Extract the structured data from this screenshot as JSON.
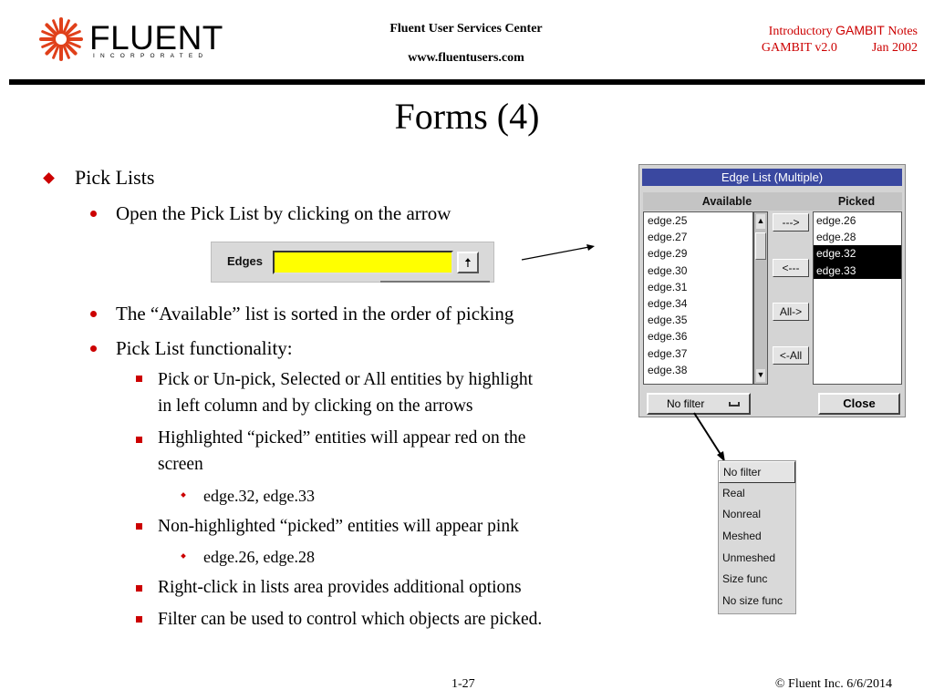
{
  "header": {
    "logo_text": "FLUENT",
    "logo_sub": "INCORPORATED",
    "center_line1": "Fluent User Services Center",
    "center_line2": "www.fluentusers.com",
    "right_intro": "Introductory",
    "right_gambit": "GAMBIT",
    "right_notes": "Notes",
    "right_version": "GAMBIT v2.0",
    "right_date": "Jan 2002"
  },
  "title": "Forms (4)",
  "bullets": {
    "l1": "Pick Lists",
    "l2a": "Open the Pick List by clicking on the arrow",
    "l2b": "The “Available” list is sorted in the order of picking",
    "l2c": "Pick List functionality:",
    "l3a_1": "Pick or Un-pick, Selected or All entities by highlight",
    "l3a_2": "in left column and by clicking on the arrows",
    "l3b_1": "Highlighted “picked” entities will appear red on the",
    "l3b_2": "screen",
    "l4a": "edge.32, edge.33",
    "l3c": "Non-highlighted “picked” entities will appear pink",
    "l4b": "edge.26, edge.28",
    "l3d": "Right-click in lists area provides additional options",
    "l3e": "Filter can be used to control which objects are picked."
  },
  "edges_widget": {
    "label": "Edges",
    "value": "",
    "arrow_glyph": "🠅"
  },
  "dialog": {
    "title": "Edge List (Multiple)",
    "available_header": "Available",
    "picked_header": "Picked",
    "available_items": [
      "edge.25",
      "edge.27",
      "edge.29",
      "edge.30",
      "edge.31",
      "edge.34",
      "edge.35",
      "edge.36",
      "edge.37",
      "edge.38"
    ],
    "picked_items": [
      "edge.26",
      "edge.28",
      "edge.32",
      "edge.33"
    ],
    "selected_picked": [
      "edge.32",
      "edge.33"
    ],
    "btn_add": "--->",
    "btn_remove": "<---",
    "btn_all_add": "All->",
    "btn_all_remove": "<-All",
    "filter_label": "No filter",
    "close_label": "Close"
  },
  "filter_menu": {
    "options": [
      "No filter",
      "Real",
      "Nonreal",
      "Meshed",
      "Unmeshed",
      "Size func",
      "No size func"
    ]
  },
  "footer": {
    "page": "1-27",
    "copyright": "© Fluent Inc. 6/6/2014"
  },
  "colors": {
    "accent": "#cc0000",
    "dialog_title_bg": "#3a48a0",
    "edges_field_bg": "#ffff00"
  }
}
